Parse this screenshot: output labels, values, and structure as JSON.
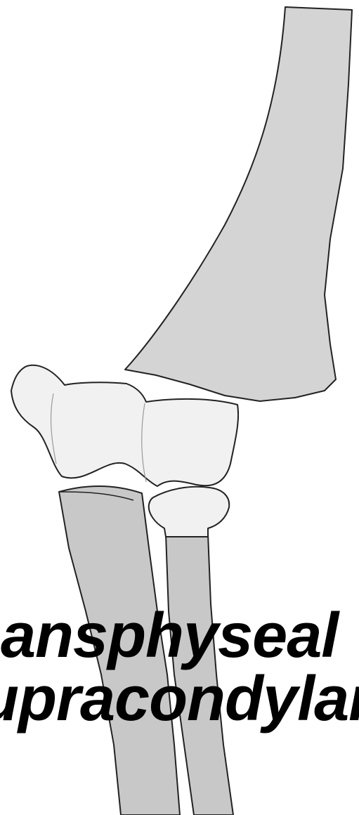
{
  "colors": {
    "background": "#ffffff",
    "humerus_fill": "#d4d4d4",
    "distal_fragment_fill": "#f1f1f1",
    "forearm_fill": "#c8c8c8",
    "radial_head_fill": "#f1f1f1",
    "outline": "#222222",
    "caption_text": "#000000"
  },
  "diagram": {
    "parts": [
      "humerus-shaft",
      "distal-humerus-fragment",
      "ulna",
      "radius",
      "radial-head"
    ]
  },
  "caption": {
    "line_1": "ansphyseal",
    "line_2": "upracondylar"
  }
}
